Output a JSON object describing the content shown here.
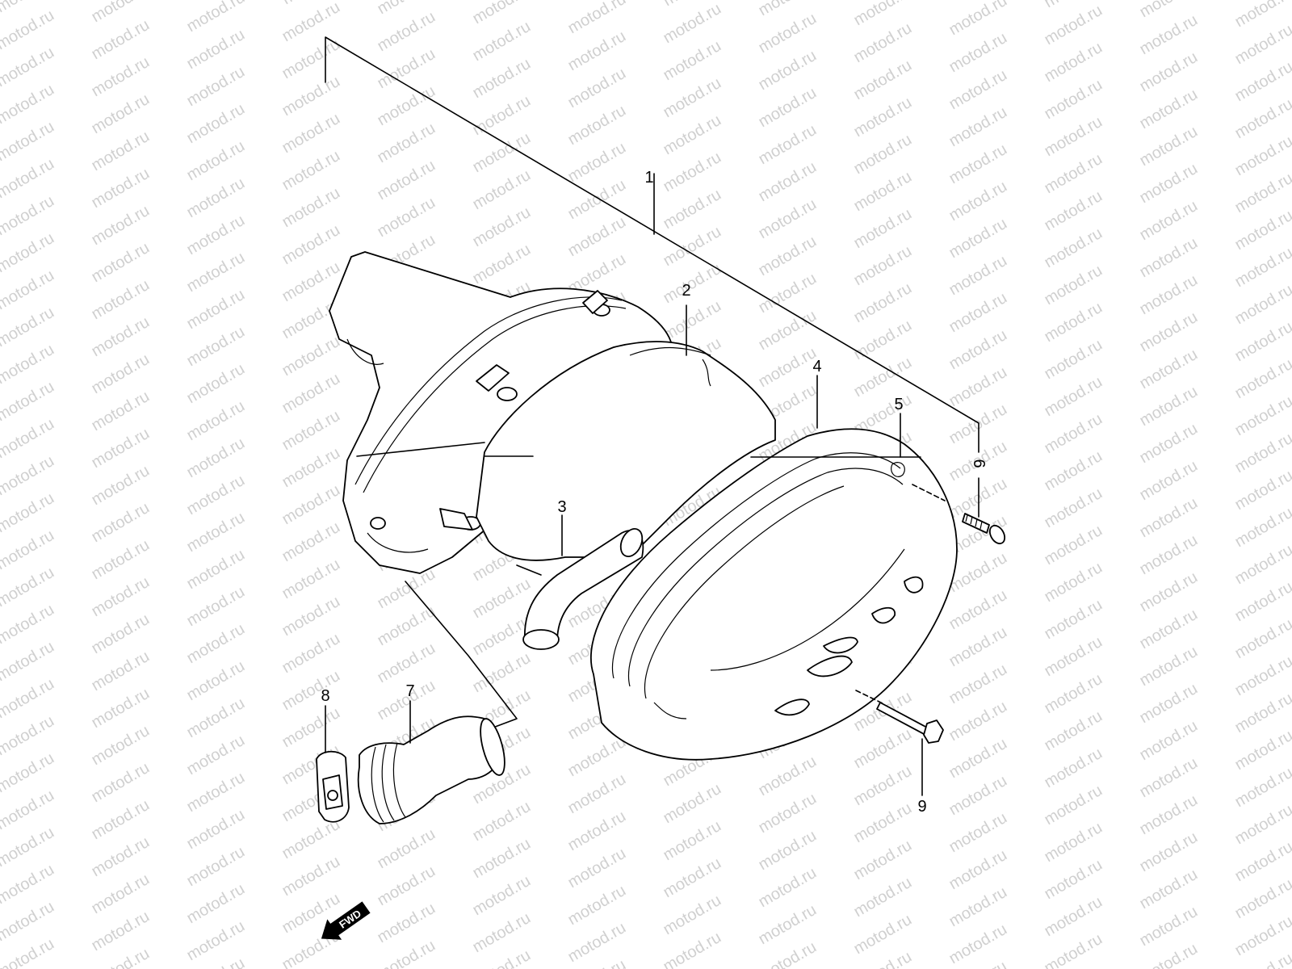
{
  "watermark": {
    "text": "motod.ru",
    "color": "#d0d0d0"
  },
  "callouts": [
    {
      "id": "1",
      "label": "1"
    },
    {
      "id": "2",
      "label": "2"
    },
    {
      "id": "3",
      "label": "3"
    },
    {
      "id": "4",
      "label": "4"
    },
    {
      "id": "5",
      "label": "5"
    },
    {
      "id": "6",
      "label": "6"
    },
    {
      "id": "7",
      "label": "7"
    },
    {
      "id": "8",
      "label": "8"
    },
    {
      "id": "9",
      "label": "9"
    }
  ],
  "direction_marker": {
    "label": "FWD",
    "icon": "fwd-arrow-icon"
  },
  "colors": {
    "line": "#000000",
    "background": "#ffffff"
  }
}
